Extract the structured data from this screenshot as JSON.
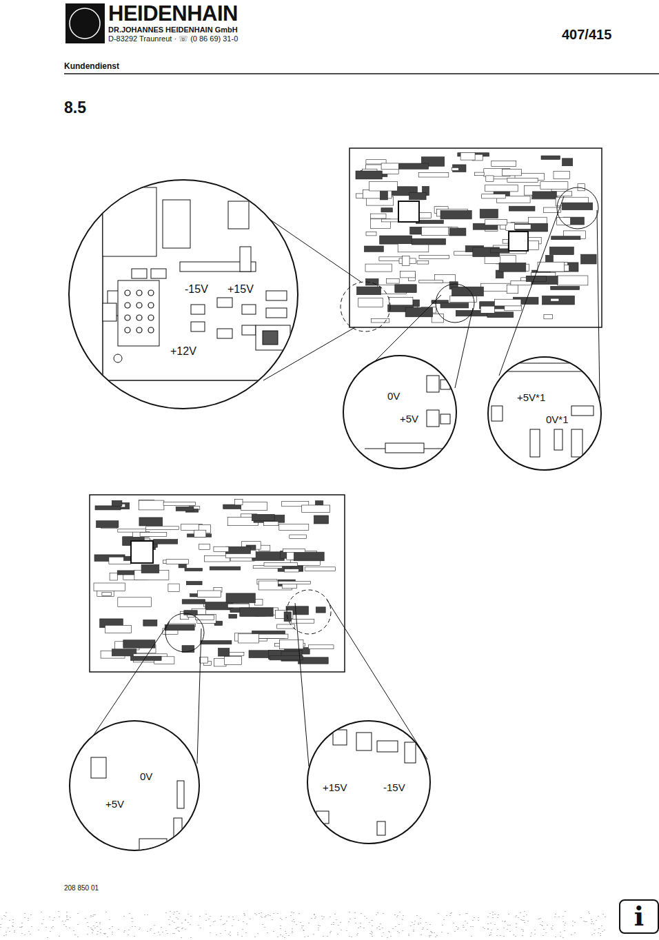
{
  "diagram": {
    "title": "8.5",
    "nodes": [
      {
        "text": [
          "-15V",
          "+15V",
          "+12V"
        ]
      },
      {
        "text": [
          "0V",
          "+5V"
        ]
      },
      {
        "text": [
          "+5V*1",
          "0V*1"
        ]
      },
      {
        "text": [
          "0V",
          "+5V"
        ]
      },
      {
        "text": [
          "+15V",
          "-15V"
        ]
      },
      {
        "text": [
          "i"
        ]
      }
    ],
    "labels": [
      "HEIDENHAIN",
      "DR.JOHANNES HEIDENHAIN GmbH",
      "D-83292 Traunreut · ☏ (0 86 69) 31-0",
      "407/415",
      "Kundendienst",
      "208 850 01"
    ]
  }
}
